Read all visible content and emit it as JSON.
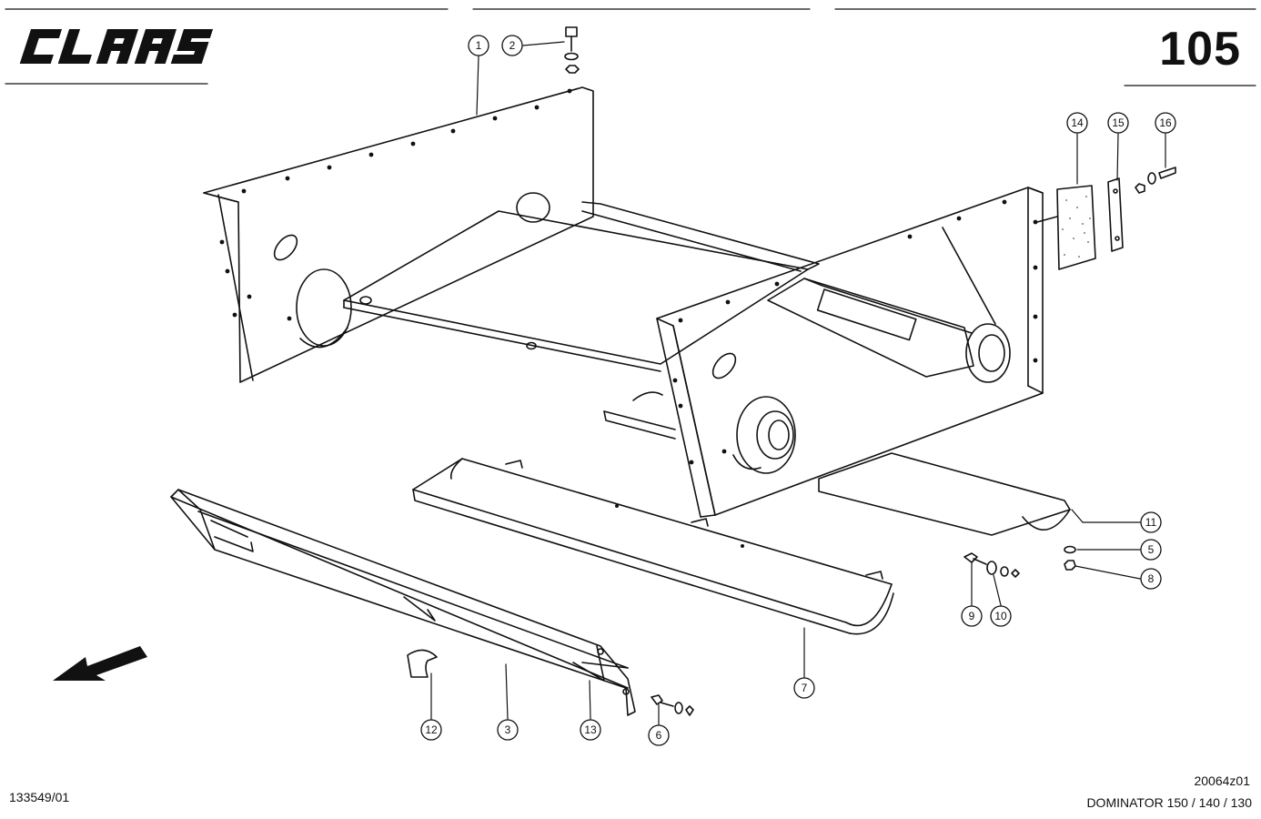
{
  "header": {
    "brand": "CLAAS",
    "page_number": "105"
  },
  "footer": {
    "document_number": "133549/01",
    "figure_id": "20064z01",
    "model": "DOMINATOR 150 / 140 / 130"
  },
  "callouts": [
    "1",
    "2",
    "3",
    "5",
    "6",
    "7",
    "8",
    "9",
    "10",
    "11",
    "12",
    "13",
    "14",
    "15",
    "16"
  ],
  "colors": {
    "ink": "#111111",
    "paper": "#ffffff"
  }
}
